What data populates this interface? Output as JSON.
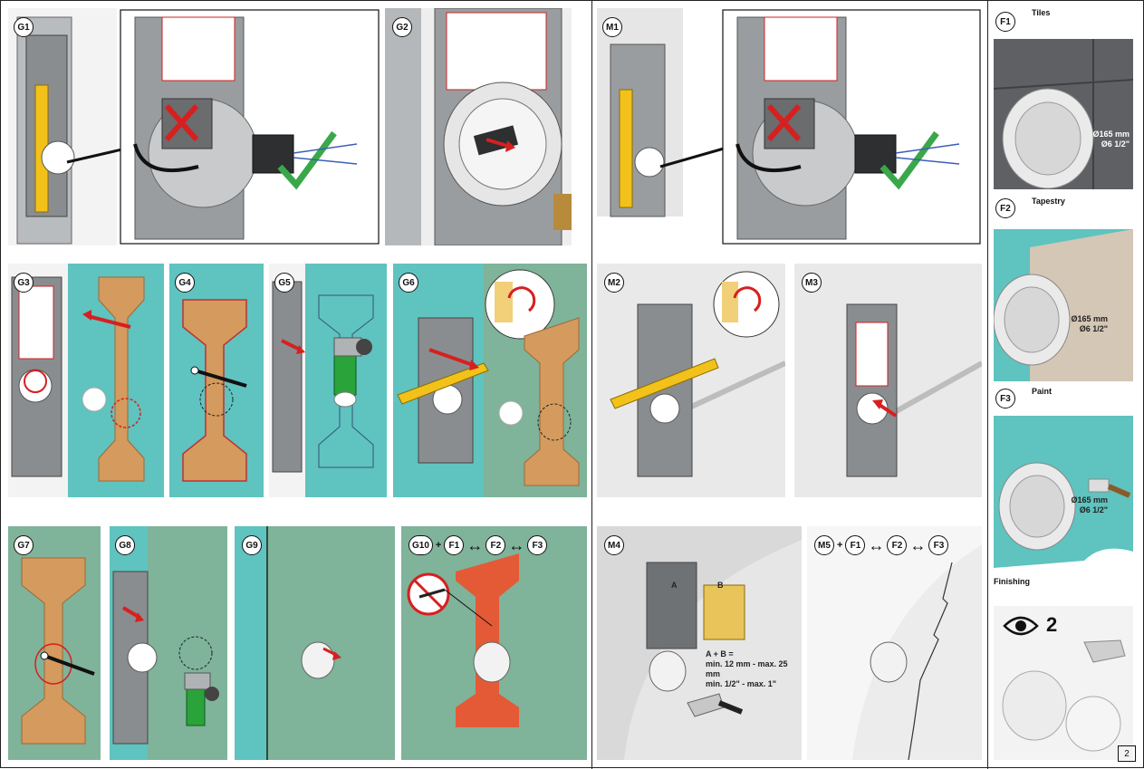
{
  "steps": {
    "g1": "G1",
    "g2": "G2",
    "g3": "G3",
    "g4": "G4",
    "g5": "G5",
    "g6": "G6",
    "g7": "G7",
    "g8": "G8",
    "g9": "G9",
    "g10": "G10",
    "m1": "M1",
    "m2": "M2",
    "m3": "M3",
    "m4": "M4",
    "m5": "M5",
    "f1": "F1",
    "f2": "F2",
    "f3": "F3"
  },
  "sequence": {
    "plus": "+",
    "swap": "↔"
  },
  "finishes": {
    "tiles": "Tiles",
    "tapestry": "Tapestry",
    "paint": "Paint",
    "finishing": "Finishing",
    "dim_mm": "Ø165 mm",
    "dim_in": "Ø6 1/2\""
  },
  "m4_note": {
    "line1": "A + B =",
    "line2": "min. 12 mm - max. 25 mm",
    "line3": "min. 1/2\" - max. 1\"",
    "a": "A",
    "b": "B"
  },
  "finishing_count": "2",
  "page_number": "2",
  "colors": {
    "teal": "#5fc3bf",
    "green_board": "#7fb39a",
    "cardboard": "#d49a5e",
    "orange": "#e45a37",
    "level_yellow": "#f2c21b",
    "box_gray": "#8a8d90",
    "red_mark": "#d62020",
    "check_green": "#3aa84a",
    "plaster": "#d9d9d9",
    "tapestry": "#d4c7b5",
    "wall_light": "#e9e9e9"
  }
}
